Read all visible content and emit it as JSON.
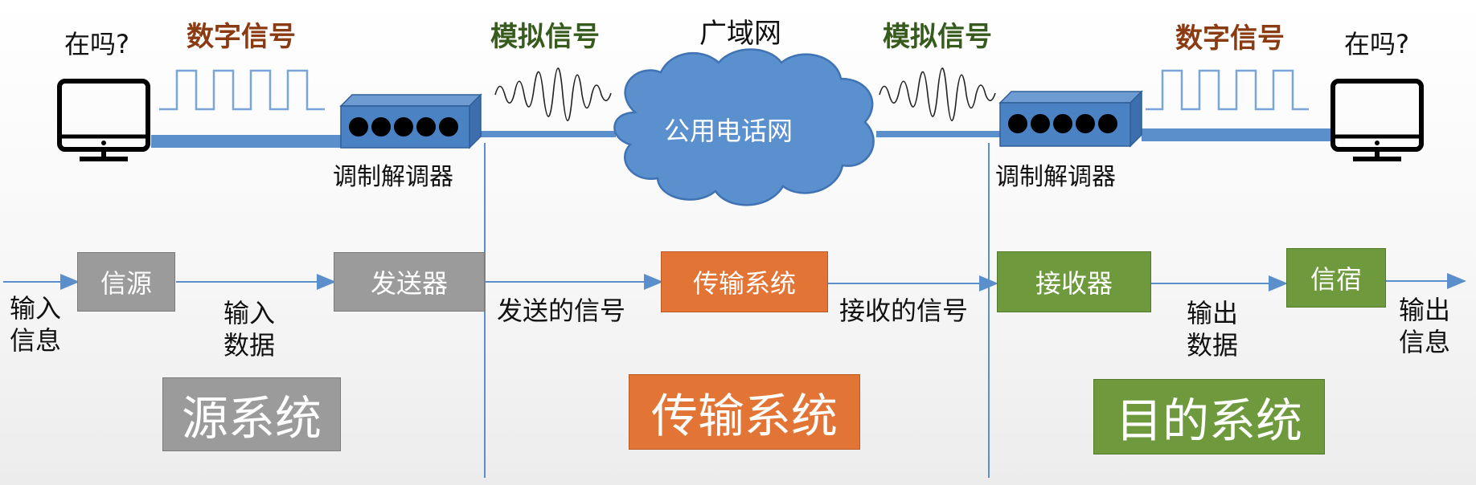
{
  "top": {
    "left_question": "在吗?",
    "right_question": "在吗?",
    "left_digital_label": "数字信号",
    "right_digital_label": "数字信号",
    "left_analog_label": "模拟信号",
    "right_analog_label": "模拟信号",
    "wan_label": "广域网",
    "cloud_label": "公用电话网",
    "left_modem_label": "调制解调器",
    "right_modem_label": "调制解调器"
  },
  "flow": {
    "input_info": [
      "输入",
      "信息"
    ],
    "source_box": "信源",
    "input_data": [
      "输入",
      "数据"
    ],
    "transmitter_box": "发送器",
    "sent_signal": "发送的信号",
    "transmission_box": "传输系统",
    "received_signal": "接收的信号",
    "receiver_box": "接收器",
    "output_data": [
      "输出",
      "数据"
    ],
    "destination_box": "信宿",
    "output_info": [
      "输出",
      "信息"
    ]
  },
  "systems": {
    "source": "源系统",
    "transmission": "传输系统",
    "destination": "目的系统"
  },
  "colors": {
    "link_blue": "#5b8fcc",
    "cloud_blue": "#5b90cf",
    "modem_blue": "#4a82c4",
    "gray": "#9b9b9b",
    "orange": "#e27536",
    "green": "#6e9a3d"
  }
}
